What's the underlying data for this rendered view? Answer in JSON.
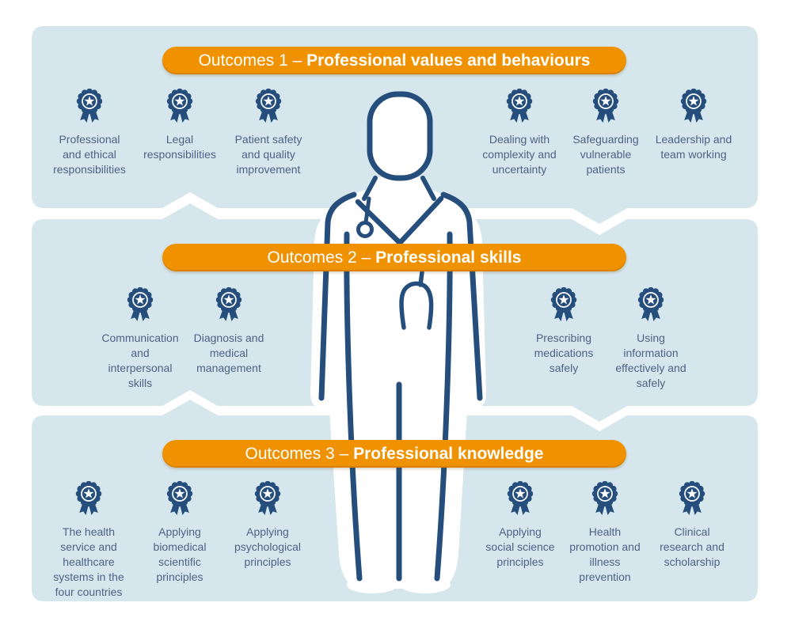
{
  "palette": {
    "band_blue": "#d5e6ec",
    "banner_orange": "#f09200",
    "navy": "#254e7c",
    "label_text": "#4e6286",
    "figure_fill": "#ffffff",
    "banner_text": "#ffffff"
  },
  "icon_name": "rosette-award",
  "banners": [
    {
      "prefix": "Outcomes 1 – ",
      "bold": "Professional values and behaviours"
    },
    {
      "prefix": "Outcomes 2 – ",
      "bold": "Professional skills"
    },
    {
      "prefix": "Outcomes 3 – ",
      "bold": "Professional knowledge"
    }
  ],
  "sections": [
    {
      "items": [
        {
          "label": "Professional\nand ethical\nresponsibilities"
        },
        {
          "label": "Legal\nresponsibilities"
        },
        {
          "label": "Patient safety\nand quality\nimprovement"
        },
        {
          "label": "Dealing with\ncomplexity and\nuncertainty"
        },
        {
          "label": "Safeguarding\nvulnerable\npatients"
        },
        {
          "label": "Leadership and\nteam working"
        }
      ]
    },
    {
      "items": [
        {
          "label": "Communication\nand\ninterpersonal\nskills"
        },
        {
          "label": "Diagnosis and\nmedical\nmanagement"
        },
        {
          "label": "Prescribing\nmedications\nsafely"
        },
        {
          "label": "Using\ninformation\neffectively and\nsafely"
        }
      ]
    },
    {
      "items": [
        {
          "label": "The health\nservice and\nhealthcare\nsystems in the\nfour countries"
        },
        {
          "label": "Applying\nbiomedical\nscientific\nprinciples"
        },
        {
          "label": "Applying\npsychological\nprinciples"
        },
        {
          "label": "Applying\nsocial science\nprinciples"
        },
        {
          "label": "Health\npromotion and\nillness\nprevention"
        },
        {
          "label": "Clinical\nresearch and\nscholarship"
        }
      ]
    }
  ]
}
